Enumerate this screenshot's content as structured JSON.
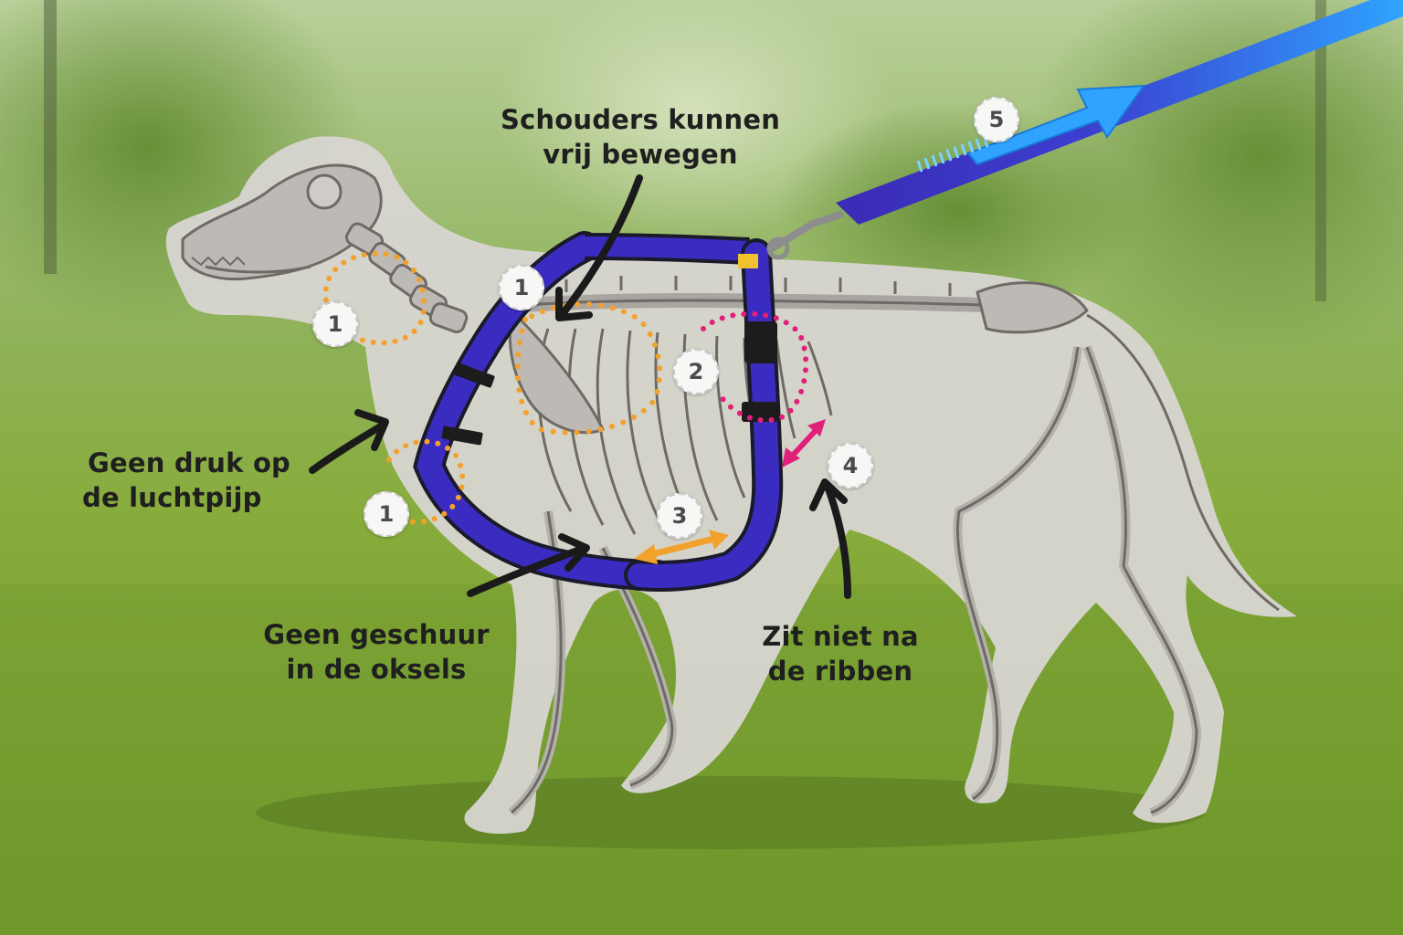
{
  "labels": {
    "shoulders": [
      "Schouders kunnen",
      "vrij bewegen"
    ],
    "trachea": [
      "Geen druk op",
      "de luchtpijp"
    ],
    "armpits": [
      "Geen geschuur",
      "in de oksels"
    ],
    "ribs": [
      "Zit niet na",
      "de ribben"
    ]
  },
  "badges": {
    "neck": "1",
    "shoulder": "1",
    "chest": "1",
    "ribcage": "2",
    "girth": "3",
    "belly": "4",
    "leash": "5"
  },
  "colors": {
    "harness": "#3a2cc0",
    "harness_dark": "#26198c",
    "leash_start": "#3b2bb5",
    "leash_end": "#2fa3ff",
    "zone_orange": "#f2a22c",
    "zone_magenta": "#e0207a",
    "arrow": "#1a1a1a",
    "dog_silhouette": "#d9d6d2",
    "bone_fill": "#bdbab5",
    "bone_line": "#6e6a66"
  },
  "icons": {
    "leash_arrow": "arrow-right-icon",
    "callout_arrow": "curved-arrow-icon"
  }
}
